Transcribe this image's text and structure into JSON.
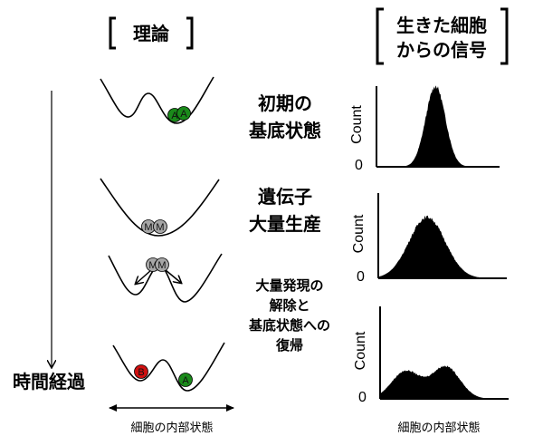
{
  "headers": {
    "theory": "理論",
    "signal_line1": "生きた細胞",
    "signal_line2": "からの信号"
  },
  "stages": [
    {
      "label_lines": [
        "初期の",
        "基底状態"
      ],
      "balls": [
        "A",
        "A"
      ]
    },
    {
      "label_lines": [
        "遺伝子",
        "大量生産"
      ],
      "balls": [
        "M",
        "M"
      ]
    },
    {
      "label_lines": [
        "大量発現の",
        "解除と",
        "基底状態への",
        "復帰"
      ],
      "balls": [
        "M",
        "M"
      ]
    },
    {
      "label_lines": [],
      "balls": [
        "B",
        "A"
      ]
    }
  ],
  "time_label": "時間経過",
  "x_axis_label_left": "細胞の内部状態",
  "x_axis_label_right": "細胞の内部状態",
  "colors": {
    "green": "#1a8a1a",
    "gray": "#a6a6a6",
    "red": "#d01010"
  },
  "chart_data": [
    {
      "type": "area",
      "ylabel": "Count",
      "ytick": "0",
      "xlim": [
        0,
        100
      ],
      "peaks": [
        {
          "center": 48,
          "width": 8,
          "height": 1.0
        }
      ]
    },
    {
      "type": "area",
      "ylabel": "Count",
      "ytick": "0",
      "xlim": [
        0,
        100
      ],
      "peaks": [
        {
          "center": 38,
          "width": 14,
          "height": 0.72
        }
      ]
    },
    {
      "type": "area",
      "ylabel": "Count",
      "ytick": "0",
      "xlim": [
        0,
        100
      ],
      "peaks": [
        {
          "center": 20,
          "width": 11,
          "height": 0.3
        },
        {
          "center": 51,
          "width": 11,
          "height": 0.35
        }
      ]
    }
  ]
}
